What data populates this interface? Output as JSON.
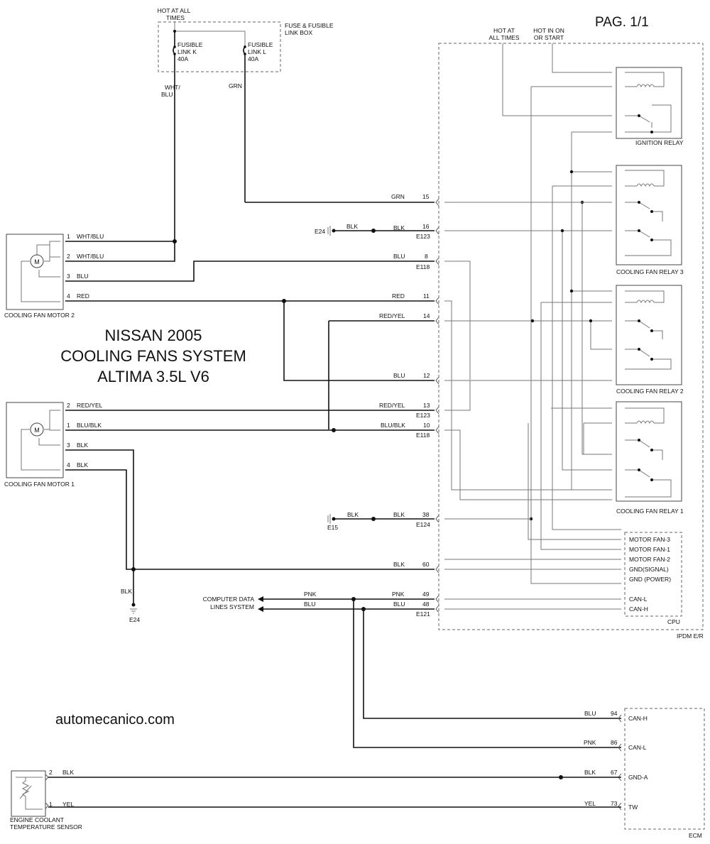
{
  "page_label": "PAG. 1/1",
  "title": {
    "line1": "NISSAN 2005",
    "line2": "COOLING FANS SYSTEM",
    "line3": "ALTIMA 3.5L V6"
  },
  "website": "automecanico.com",
  "fuse_box": {
    "hot_label_1": "HOT AT ALL",
    "hot_label_2": "TIMES",
    "title_1": "FUSE & FUSIBLE",
    "title_2": "LINK BOX",
    "link_k_1": "FUSIBLE",
    "link_k_2": "LINK K",
    "link_k_3": "40A",
    "link_l_1": "FUSIBLE",
    "link_l_2": "LINK L",
    "link_l_3": "40A",
    "out_k_1": "WHT/",
    "out_k_2": "BLU",
    "out_l": "GRN"
  },
  "ipdm": {
    "hot_all_1": "HOT AT",
    "hot_all_2": "ALL TIMES",
    "hot_on_1": "HOT IN ON",
    "hot_on_2": "OR START",
    "ignition_relay": "IGNITION RELAY",
    "relay_3": "COOLING FAN RELAY 3",
    "relay_2": "COOLING FAN RELAY 2",
    "relay_1": "COOLING FAN RELAY 1",
    "label": "IPDM E/R",
    "cpu": "CPU",
    "cpu_pins": [
      "MOTOR FAN-3",
      "MOTOR FAN-1",
      "MOTOR FAN-2",
      "GND(SIGNAL)",
      "GND (POWER)",
      "CAN-L",
      "CAN-H"
    ]
  },
  "motor2": {
    "label": "COOLING FAN MOTOR 2",
    "pins": [
      {
        "num": "1",
        "color": "WHT/BLU"
      },
      {
        "num": "2",
        "color": "WHT/BLU"
      },
      {
        "num": "3",
        "color": "BLU"
      },
      {
        "num": "4",
        "color": "RED"
      }
    ]
  },
  "motor1": {
    "label": "COOLING FAN MOTOR 1",
    "pins": [
      {
        "num": "2",
        "color": "RED/YEL"
      },
      {
        "num": "1",
        "color": "BLU/BLK"
      },
      {
        "num": "3",
        "color": "BLK"
      },
      {
        "num": "4",
        "color": "BLK"
      }
    ]
  },
  "motor_symbol": "M",
  "ipdm_wires": [
    {
      "color": "GRN",
      "pin": "15",
      "conn": ""
    },
    {
      "color": "BLK",
      "pin": "16",
      "conn": "E123"
    },
    {
      "color": "BLU",
      "pin": "8",
      "conn": "E118"
    },
    {
      "color": "RED",
      "pin": "11",
      "conn": ""
    },
    {
      "color": "RED/YEL",
      "pin": "14",
      "conn": ""
    },
    {
      "color": "BLU",
      "pin": "12",
      "conn": ""
    },
    {
      "color": "RED/YEL",
      "pin": "13",
      "conn": "E123"
    },
    {
      "color": "BLU/BLK",
      "pin": "10",
      "conn": "E118"
    },
    {
      "color": "BLK",
      "pin": "38",
      "conn": "E124"
    },
    {
      "color": "BLK",
      "pin": "60",
      "conn": ""
    },
    {
      "color": "PNK",
      "pin": "49",
      "conn": ""
    },
    {
      "color": "BLU",
      "pin": "48",
      "conn": "E121"
    }
  ],
  "grounds": {
    "e24_top": "E24",
    "e24_top_wire": "BLK",
    "e15": "E15",
    "e15_wire": "BLK",
    "e24_bottom": "E24",
    "e24_bottom_wire": "BLK"
  },
  "computer_data": {
    "line1": "COMPUTER DATA",
    "line2": "LINES SYSTEM",
    "pnk": "PNK",
    "blu": "BLU"
  },
  "ecm": {
    "label": "ECM",
    "pins": [
      {
        "color": "BLU",
        "pin": "94",
        "name": "CAN-H"
      },
      {
        "color": "PNK",
        "pin": "86",
        "name": "CAN-L"
      },
      {
        "color": "BLK",
        "pin": "67",
        "name": "GND-A"
      },
      {
        "color": "YEL",
        "pin": "73",
        "name": "TW"
      }
    ]
  },
  "sensor": {
    "label_1": "ENGINE COOLANT",
    "label_2": "TEMPERATURE SENSOR",
    "pins": [
      {
        "num": "2",
        "color": "BLK"
      },
      {
        "num": "1",
        "color": "YEL"
      }
    ]
  }
}
